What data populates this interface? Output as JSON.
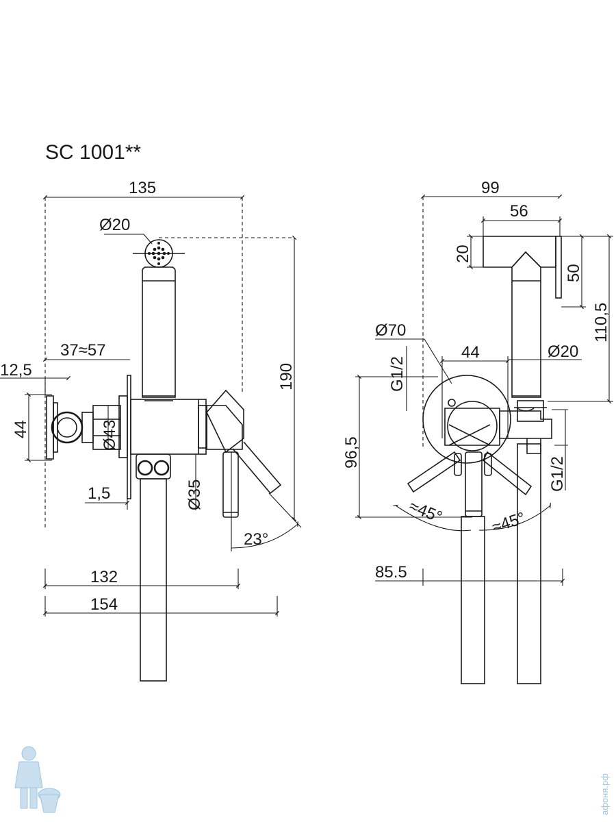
{
  "title": "SC 1001**",
  "side_view": {
    "dim_overall_width": "135",
    "dim_head_diameter": "Ø20",
    "dim_projection": "37≈57",
    "dim_flange": "12,5",
    "dim_height_left": "44",
    "dim_body_diameter": "Ø43",
    "dim_plate_thickness": "1,5",
    "dim_lever_diameter": "Ø35",
    "dim_height": "190",
    "dim_angle": "23°",
    "dim_length_132": "132",
    "dim_length_154": "154"
  },
  "front_view": {
    "dim_width_99": "99",
    "dim_head_56": "56",
    "dim_head_20": "20",
    "dim_head_50": "50",
    "dim_height_110": "110,5",
    "dim_rosette": "Ø70",
    "dim_inlet_top": "G1/2",
    "dim_centers_44": "44",
    "dim_hose_20": "Ø20",
    "dim_height_96": "96,5",
    "dim_inlet_right": "G1/2",
    "dim_angle_left": "≈45°",
    "dim_angle_right": "≈45°",
    "dim_85": "85.5"
  },
  "watermark": "афоня.рф"
}
